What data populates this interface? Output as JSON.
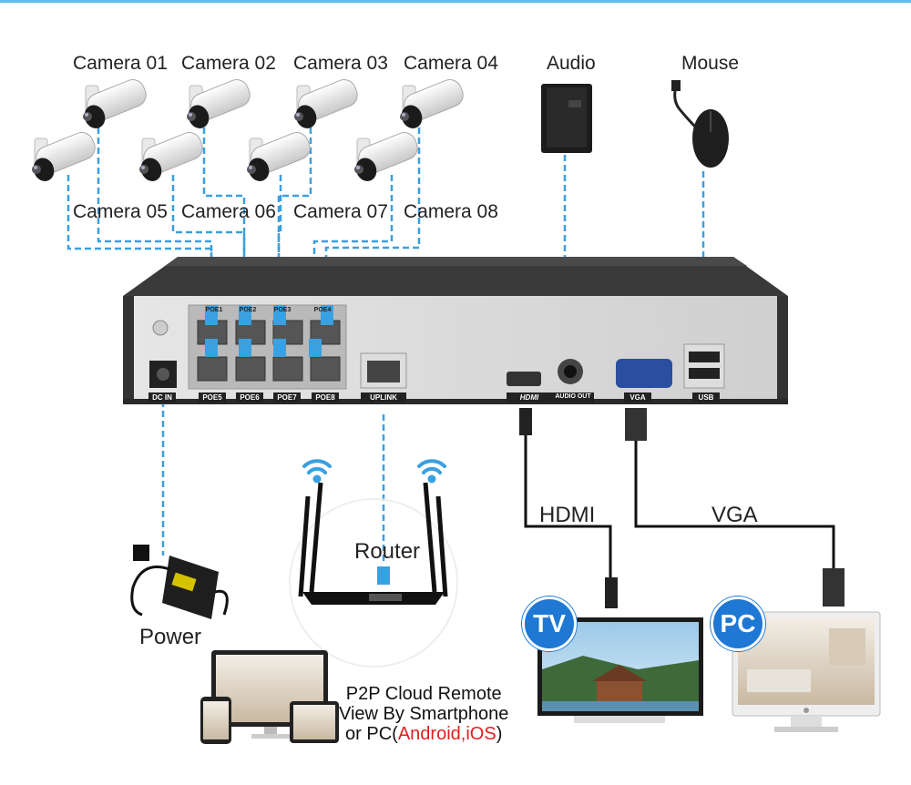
{
  "cameras": {
    "top": [
      "Camera 01",
      "Camera 02",
      "Camera 03",
      "Camera 04"
    ],
    "bottom": [
      "Camera 05",
      "Camera 06",
      "Camera 07",
      "Camera 08"
    ]
  },
  "devices": {
    "audio": "Audio",
    "mouse": "Mouse",
    "router": "Router",
    "power": "Power",
    "hdmi": "HDMI",
    "vga": "VGA",
    "tv": "TV",
    "pc": "PC"
  },
  "nvr": {
    "ports": [
      "POE5",
      "POE6",
      "POE7",
      "POE8"
    ],
    "top_ports": [
      "POE1",
      "POE2",
      "POE3",
      "POE4"
    ],
    "dc_in": "DC IN",
    "uplink": "UPLINK",
    "hdmi_port": "HDMI",
    "audio_out": "AUDIO OUT",
    "vga_port": "VGA",
    "usb_port": "USB"
  },
  "p2p": {
    "line1": "P2P Cloud Remote",
    "line2": "View By Smartphone",
    "line3_prefix": "or PC(",
    "line3_highlight": "Android,iOS",
    "line3_suffix": ")"
  },
  "colors": {
    "cable": "#3aa0e0",
    "nvr_body": "#333333",
    "nvr_front": "#d9d9d9",
    "badge": "#1e78d4",
    "highlight": "#e02020"
  }
}
